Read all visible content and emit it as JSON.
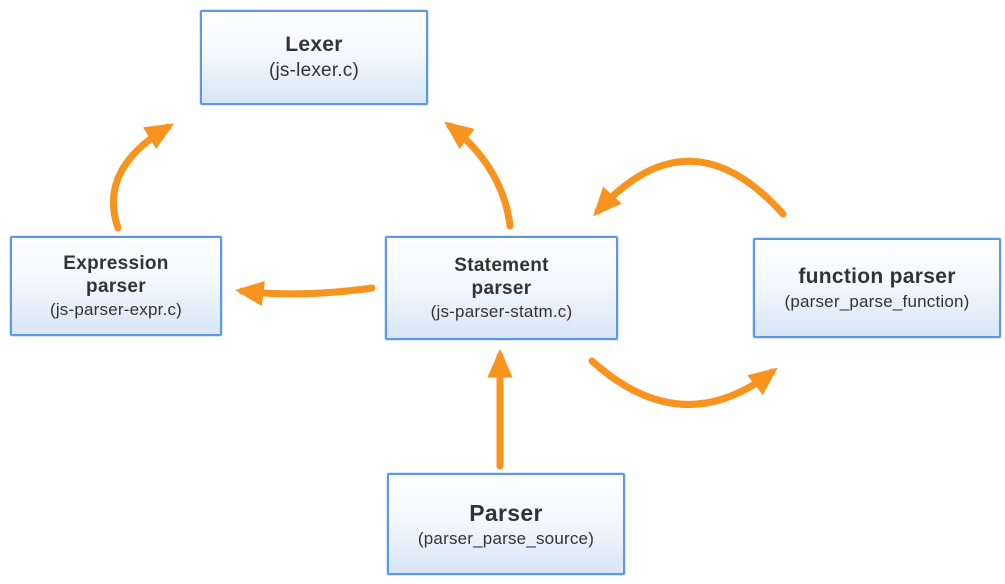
{
  "diagram": {
    "arrow_color": "#F8931D",
    "node_border_color": "#5B99E8",
    "node_fill_top": "#FEFEFF",
    "node_fill_bottom": "#D8E6F8",
    "text_color": "#333333",
    "nodes": {
      "lexer": {
        "label": "Lexer",
        "sublabel": "(js-lexer.c)"
      },
      "expression_parser": {
        "label": "Expression parser",
        "sublabel": "(js-parser-expr.c)"
      },
      "statement_parser": {
        "label": "Statement parser",
        "sublabel": "(js-parser-statm.c)"
      },
      "function_parser": {
        "label": "function parser",
        "sublabel": "(parser_parse_function)"
      },
      "parser": {
        "label": "Parser",
        "sublabel": "(parser_parse_source)"
      }
    },
    "edges": [
      {
        "from": "expression_parser",
        "to": "lexer"
      },
      {
        "from": "statement_parser",
        "to": "lexer"
      },
      {
        "from": "statement_parser",
        "to": "expression_parser"
      },
      {
        "from": "function_parser",
        "to": "statement_parser"
      },
      {
        "from": "statement_parser",
        "to": "function_parser"
      },
      {
        "from": "parser",
        "to": "statement_parser"
      }
    ]
  }
}
